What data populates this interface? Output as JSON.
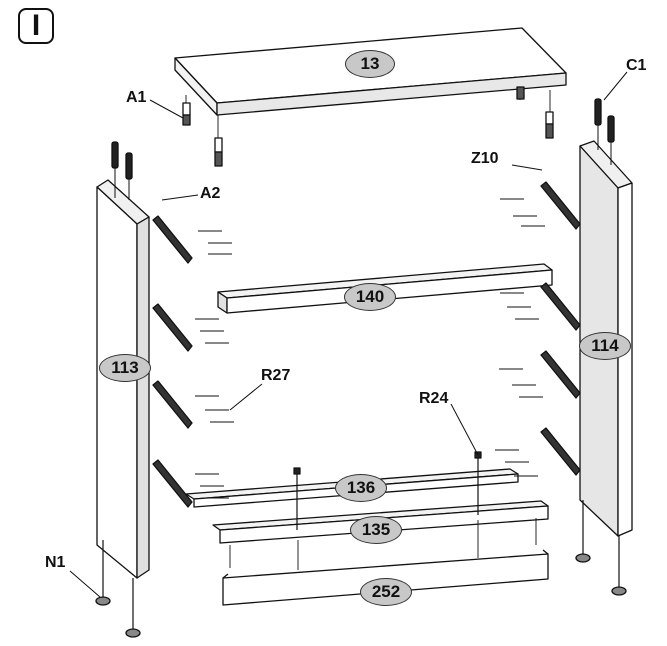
{
  "step": "I",
  "parts": {
    "top": "13",
    "side_left": "113",
    "side_right": "114",
    "rail_upper": "140",
    "rail_middle": "136",
    "rail_lower": "135",
    "plinth": "252"
  },
  "hardware": {
    "a1": "A1",
    "a2": "A2",
    "c1": "C1",
    "z10": "Z10",
    "r27": "R27",
    "r24": "R24",
    "n1": "N1"
  }
}
